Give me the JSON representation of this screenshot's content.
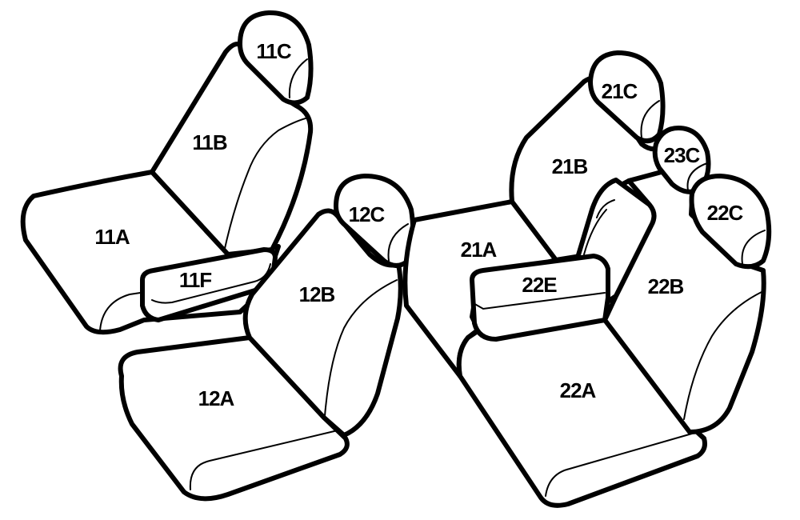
{
  "labels": {
    "p11a": "11A",
    "p11b": "11B",
    "p11c": "11C",
    "p11f": "11F",
    "p12a": "12A",
    "p12b": "12B",
    "p12c": "12C",
    "p21a": "21A",
    "p21b": "21B",
    "p21c": "21C",
    "p22a": "22A",
    "p22b": "22B",
    "p22c": "22C",
    "p22e": "22E",
    "p23c": "23C"
  },
  "colors": {
    "stroke": "#000000",
    "fill": "#ffffff"
  }
}
